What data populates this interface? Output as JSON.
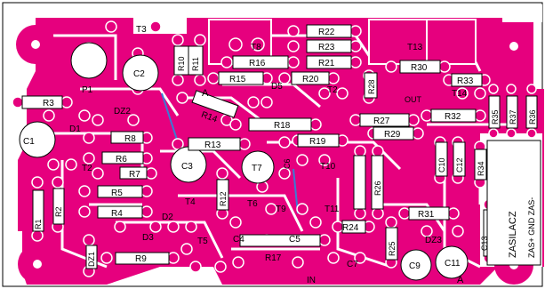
{
  "board": {
    "colors": {
      "copper": "#e6007e",
      "background": "#ffffff",
      "silk": "#000000",
      "jumper": "#3a7bd5"
    }
  },
  "labels": {
    "T3": "T3",
    "T8": "T8",
    "T13": "T13",
    "P1": "P1",
    "C2": "C2",
    "R10": "R10",
    "R11": "R11",
    "R16": "R16",
    "R15": "R15",
    "R22": "R22",
    "R23": "R23",
    "R21": "R21",
    "R20": "R20",
    "T2": "T2",
    "D5": "D5",
    "R28": "R28",
    "R30": "R30",
    "OUT": "OUT",
    "R33": "R33",
    "T14": "T14",
    "R35": "R35",
    "R37": "R37",
    "R36": "R36",
    "R3": "R3",
    "D1": "D1",
    "C1": "C1",
    "DZ2": "DZ2",
    "R8": "R8",
    "R6": "R6",
    "R7": "R7",
    "T2b": "T2",
    "R14": "R14",
    "A": "A",
    "R18": "R18",
    "R13": "R13",
    "C3": "C3",
    "R12": "R12",
    "T7": "T7",
    "C6": "C6",
    "R19": "R19",
    "T10": "T10",
    "R27": "R27",
    "R29": "R29",
    "R32": "R32",
    "C10": "C10",
    "C12": "C12",
    "R34": "R34",
    "R26": "R26",
    "R31": "R31",
    "DZ3": "DZ3",
    "R1": "R1",
    "R2": "R2",
    "R5": "R5",
    "R4": "R4",
    "D3": "D3",
    "D2": "D2",
    "T4": "T4",
    "T5": "T5",
    "T6": "T6",
    "T9": "T9",
    "T11": "T11",
    "C4": "C4",
    "C5": "C5",
    "R24": "R24",
    "R25": "R25",
    "C9": "C9",
    "C11": "C11",
    "R9": "R9",
    "DZ1": "DZ1",
    "R17": "R17",
    "C7": "C7",
    "IN": "IN",
    "A2": "A",
    "C13": "C13",
    "zasilacz": "ZASILACZ",
    "zas_pins": "ZAS+ GND ZAS-"
  }
}
